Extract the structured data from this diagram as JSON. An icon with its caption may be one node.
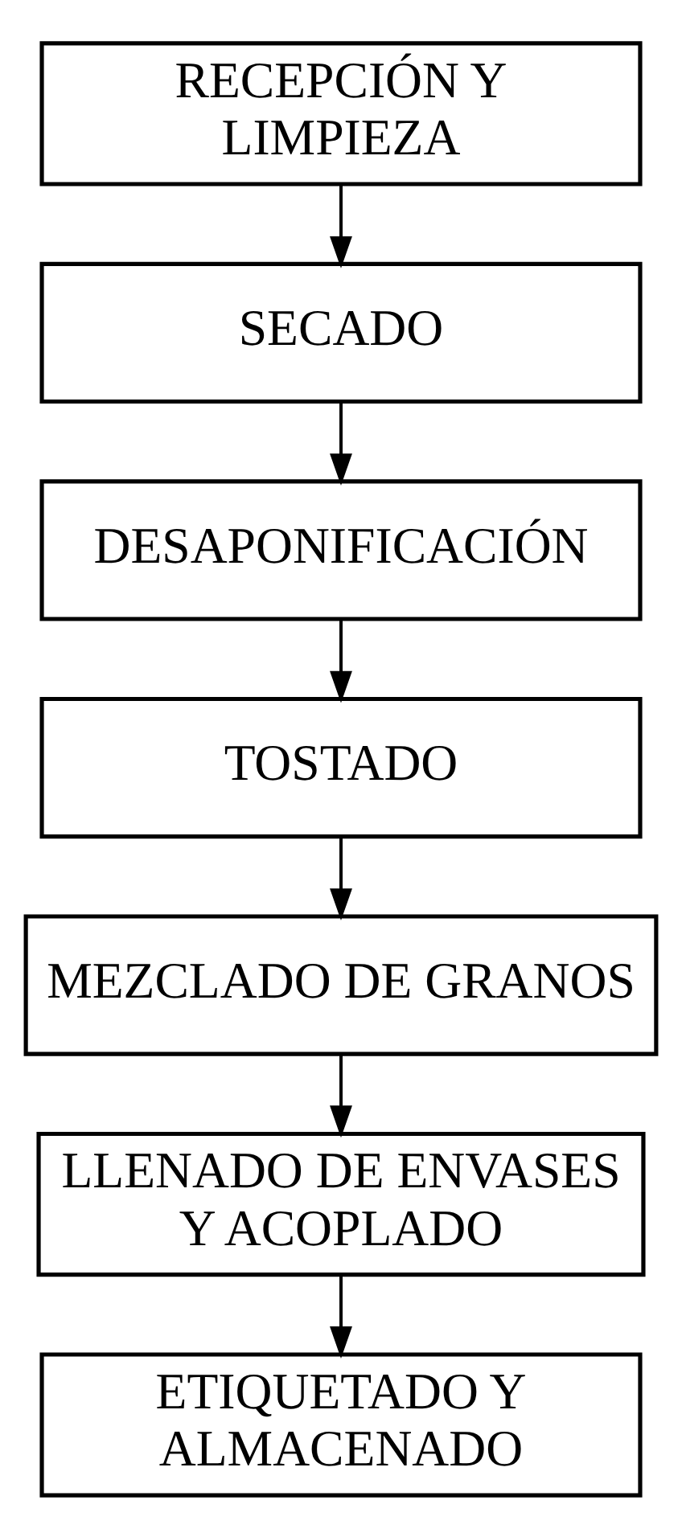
{
  "diagram": {
    "nodes": [
      {
        "text": [
          "RECEPCIÓN Y LIMPIEZA"
        ]
      },
      {
        "text": [
          "SECADO"
        ]
      },
      {
        "text": [
          "DESAPONIFICACIÓN"
        ]
      },
      {
        "text": [
          "TOSTADO"
        ]
      },
      {
        "text": [
          "MEZCLADO DE GRANOS"
        ]
      },
      {
        "text": [
          "LLENADO DE ENVASES Y ACOPLADO"
        ]
      },
      {
        "text": [
          "ETIQUETADO Y ALMACENADO"
        ]
      }
    ],
    "edges": [
      {
        "from": 0,
        "to": 1,
        "arrow": "to"
      },
      {
        "from": 1,
        "to": 2,
        "arrow": "to"
      },
      {
        "from": 2,
        "to": 3,
        "arrow": "to"
      },
      {
        "from": 3,
        "to": 4,
        "arrow": "to"
      },
      {
        "from": 4,
        "to": 5,
        "arrow": "to"
      },
      {
        "from": 5,
        "to": 6,
        "arrow": "to"
      }
    ]
  }
}
